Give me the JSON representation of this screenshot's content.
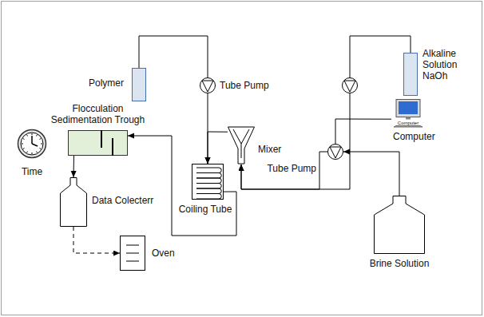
{
  "diagram": {
    "nodes": [
      {
        "text": [
          "Polymer"
        ]
      },
      {
        "text": [
          "Alkaline Solution NaOh"
        ]
      },
      {
        "text": [
          "Tube Pump"
        ]
      },
      {
        "text": [
          "Flocculation Sedimentation Trough"
        ]
      },
      {
        "text": [
          "Mixer"
        ]
      },
      {
        "text": [
          "Computer",
          "Computer"
        ]
      },
      {
        "text": [
          "Time"
        ]
      },
      {
        "text": [
          "Data Colecterr"
        ]
      },
      {
        "text": [
          "Coiling Tube"
        ]
      },
      {
        "text": [
          "Tube Pump"
        ]
      },
      {
        "text": [
          "Brine Solution"
        ]
      },
      {
        "text": [
          "Oven"
        ]
      }
    ],
    "edges": [
      {
        "from": 0,
        "to": 2,
        "arrow": "none"
      },
      {
        "from": 2,
        "to": 8,
        "arrow": "to"
      },
      {
        "from": 1,
        "to": 4,
        "arrow": "to"
      },
      {
        "from": 9,
        "to": 4,
        "arrow": "to"
      },
      {
        "from": 10,
        "to": 9,
        "arrow": "to"
      },
      {
        "from": 5,
        "to": 9,
        "arrow": "none"
      },
      {
        "from": 4,
        "to": 8,
        "arrow": "to"
      },
      {
        "from": 8,
        "to": 3,
        "arrow": "to"
      },
      {
        "from": 3,
        "to": 7,
        "arrow": "to"
      },
      {
        "from": 7,
        "to": 11,
        "arrow": "to"
      }
    ]
  }
}
